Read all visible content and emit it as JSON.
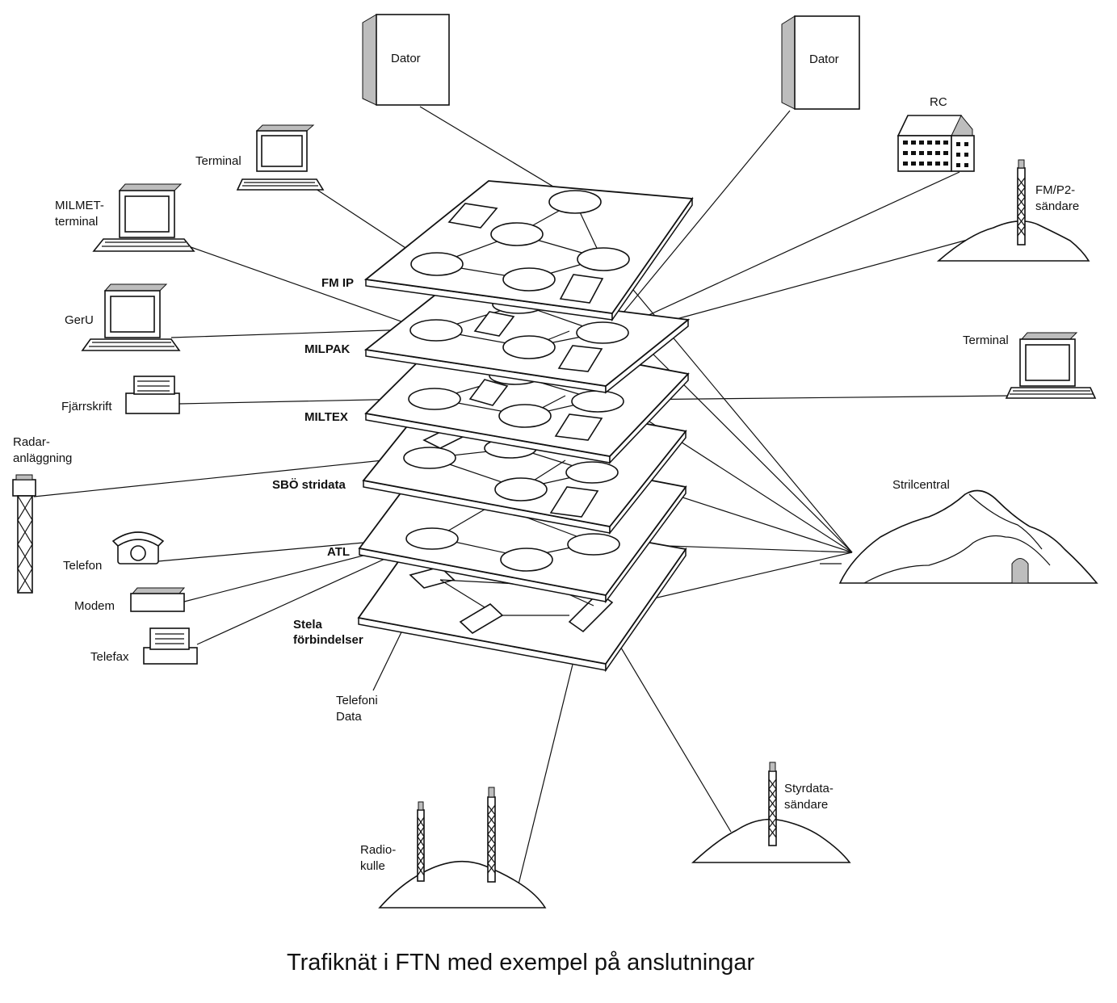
{
  "caption": "Trafiknät i FTN med exempel på anslutningar",
  "layers": [
    {
      "id": "fmip",
      "label": "FM IP"
    },
    {
      "id": "milpak",
      "label": "MILPAK"
    },
    {
      "id": "miltex",
      "label": "MILTEX"
    },
    {
      "id": "sbo",
      "label": "SBÖ stridata"
    },
    {
      "id": "atl",
      "label": "ATL"
    },
    {
      "id": "stela",
      "label_line1": "Stela",
      "label_line2": "förbindelser"
    }
  ],
  "devices": {
    "dator_left": "Dator",
    "dator_right": "Dator",
    "terminal_top": "Terminal",
    "milmet_line1": "MILMET-",
    "milmet_line2": "terminal",
    "geru": "GerU",
    "fjarrskrift": "Fjärrskrift",
    "radar_line1": "Radar-",
    "radar_line2": "anläggning",
    "telefon": "Telefon",
    "modem": "Modem",
    "telefax": "Telefax",
    "telefoni_line1": "Telefoni",
    "telefoni_line2": "Data",
    "rc": "RC",
    "fmp2_line1": "FM/P2-",
    "fmp2_line2": "sändare",
    "terminal_right": "Terminal",
    "strilcentral": "Strilcentral",
    "styrdata_line1": "Styrdata-",
    "styrdata_line2": "sändare",
    "radiokulle_line1": "Radio-",
    "radiokulle_line2": "kulle"
  }
}
